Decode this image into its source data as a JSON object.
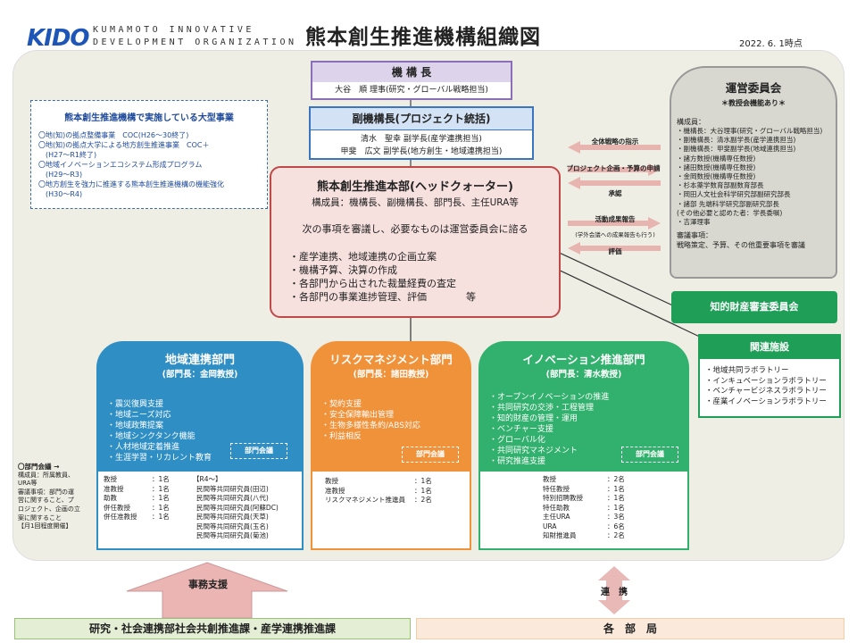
{
  "header": {
    "logo": "KIDO",
    "logo_line1": "KUMAMOTO INNOVATIVE",
    "logo_line2": "DEVELOPMENT ORGANIZATION",
    "title": "熊本創生推進機構組織図",
    "date": "2022. 6. 1時点"
  },
  "leftbox": {
    "title": "熊本創生推進機構で実施している大型事業",
    "items": [
      "〇地(知)の拠点整備事業　COC(H26〜30終了)",
      "〇地(知)の拠点大学による地方創生推進事業　COC＋",
      "　(H27〜R1終了)",
      "〇地域イノベーションエコシステム形成プログラム",
      "　(H29〜R3)",
      "〇地方創生を強力に推進する熊本創生推進機構の機能強化",
      "　(H30〜R4)"
    ]
  },
  "kikoucho": {
    "title": "機 構 長",
    "member": "大谷　順 理事(研究・グローバル戦略担当)"
  },
  "fukukikoucho": {
    "title": "副機構長(プロジェクト統括)",
    "members": [
      "清水　聖幸 副学長(産学連携担当)",
      "甲斐　広文 副学長(地方創生・地域連携担当)"
    ]
  },
  "honbu": {
    "title": "熊本創生推進本部(ヘッドクォーター)",
    "members": "構成員：機構長、副機構長、部門長、主任URA等",
    "duty": "次の事項を審議し、必要なものは運営委員会に諮る",
    "items": [
      "・産学連携、地域連携の企画立案",
      "・機構予算、決算の作成",
      "・各部門から出された裁量経費の査定",
      "・各部門の事業進捗管理、評価　　　　等"
    ]
  },
  "arrows": {
    "a1": "全体戦略の指示",
    "a2": "プロジェクト企画・予算の申請",
    "a3": "承認",
    "a4": "活動成果報告",
    "a5": "(学外会議への成果報告も行う)",
    "a6": "評価"
  },
  "unei": {
    "title": "運営委員会",
    "note": "＊教授会機能あり＊",
    "label": "構成員：",
    "members": [
      "・機構長：大谷理事(研究・グローバル戦略担当)",
      "・副機構長：清水副学長(産学連携担当)",
      "・副機構長：甲斐副学長(地域連携担当)",
      "・諸方数授(機構専任数授)",
      "・諸田数授(機構専任数授)",
      "・金岡数授(機構専任数授)",
      "・杉本薬学数育部副数育部長",
      "・岡田人文社会科学研究部副研究部長",
      "・諸部 先端科学研究部副研究部長",
      "(その他必要と認めた者：学長委嘱)",
      "・吉澤理事"
    ],
    "subject_label": "審議事項：",
    "subjects": "戦略策定、予算、その他重要事項を審議"
  },
  "chizai": {
    "title": "知的財産審査委員会"
  },
  "kanren": {
    "title": "関連施設",
    "items": [
      "・地域共同ラボラトリー",
      "・インキュベーションラボラトリー",
      "・ベンチャービジネスラボラトリー",
      "・産業イノベーションラボラトリー"
    ]
  },
  "depts": [
    {
      "title": "地域連携部門",
      "head": "(部門長：金岡教授)",
      "items": [
        "・震災復興支援",
        "・地域ニーズ対応",
        "・地域政策提案",
        "・地域シンクタンク機能",
        "・人材地域定着推進",
        "・生涯学習・リカレント教育"
      ],
      "kaigi": "部門会議",
      "staff": [
        [
          "教授",
          "：1名"
        ],
        [
          "准教授",
          "：1名"
        ],
        [
          "助教",
          "：1名"
        ],
        [
          "併任教授",
          "：1名"
        ],
        [
          "併任准教授",
          "：1名"
        ]
      ],
      "r4_title": "【R4〜】",
      "r4": [
        "民間等共同研究員(田辺)",
        "民間等共同研究員(八代)",
        "民間等共同研究員(阿蘇DC)",
        "民間等共同研究員(天草)",
        "民間等共同研究員(玉名)",
        "民間等共同研究員(菊池)"
      ]
    },
    {
      "title": "リスクマネジメント部門",
      "head": "(部門長：諸田教授)",
      "items": [
        "・契約支援",
        "・安全保障輸出管理",
        "・生物多様性条約/ABS対応",
        "・利益相反"
      ],
      "kaigi": "部門会議",
      "staff": [
        [
          "教授",
          "：1名"
        ],
        [
          "准教授",
          "：1名"
        ],
        [
          "リスクマネジメント推進員",
          "：2名"
        ]
      ]
    },
    {
      "title": "イノベーション推進部門",
      "head": "(部門長：清水教授)",
      "items": [
        "・オープンイノベーションの推進",
        "・共同研究の交渉・工程管理",
        "・知的財産の管理・運用",
        "・ベンチャー支援",
        "・グローバル化",
        "・共同研究マネジメント",
        "・研究推進支援"
      ],
      "kaigi": "部門会議",
      "staff": [
        [
          "教授",
          "：2名"
        ],
        [
          "特任教授",
          "：1名"
        ],
        [
          "特別招聘教授",
          "：1名"
        ],
        [
          "特任助教",
          "：1名"
        ],
        [
          "主任URA",
          "：3名"
        ],
        [
          "URA",
          "：6名"
        ],
        [
          "知財推進員",
          "：2名"
        ]
      ]
    }
  ],
  "bukaigi": {
    "title": "〇部門会議 →",
    "text": [
      "構成員：所属教員、",
      "URA等",
      "審議事項：部門の運",
      "営に関すること、プ",
      "ロジェクト、企画の立",
      "案に関すること",
      "【月1回程度開催】"
    ]
  },
  "bottom": {
    "jimu": "事務支援",
    "renkei": "連　携",
    "left": "研究・社会連携部社会共創推進課・産学連携推進課",
    "right": "各　部　局"
  },
  "colors": {
    "dept1": "#2f8fc4",
    "dept2": "#f0923a",
    "dept3": "#32b06d",
    "honbu_border": "#c04848",
    "honbu_fill": "#f7e1df",
    "kikou": "#6a4f9c",
    "fuku": "#3b74c0",
    "unei": "#c8c8c0",
    "green": "#1f9e57"
  }
}
